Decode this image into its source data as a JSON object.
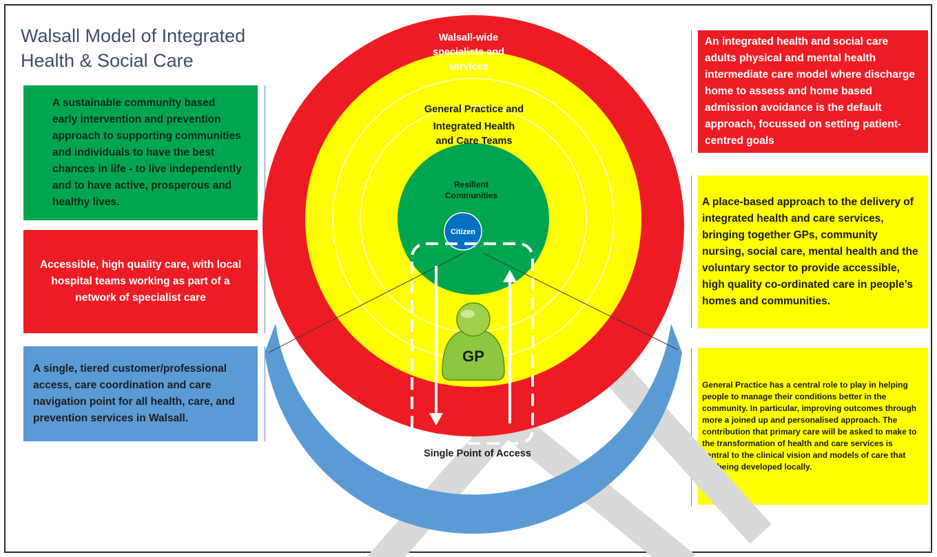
{
  "title_line1": "Walsall Model of Integrated",
  "title_line2": "Health & Social Care",
  "left_boxes": {
    "green": "A sustainable community based  early intervention and prevention approach to supporting communities and individuals to have the best chances in life -  to live independently and to have active, prosperous and healthy lives.",
    "red": "Accessible, high quality care, with local hospital teams working as part of a network of specialist care",
    "blue": "A single, tiered customer/professional access, care coordination and care navigation point for all health, care, and prevention services in Walsall."
  },
  "right_boxes": {
    "red": "An integrated health and social care adults physical and mental health intermediate care model where discharge home to assess and home based admission avoidance is the default approach,  focussed on setting patient-centred goals",
    "yellow": "A place-based approach to the delivery of integrated health and care services, bringing together GPs, community nursing, social care, mental health and the voluntary sector to provide accessible, high quality co-ordinated care in people’s homes and communities.",
    "yellow_small": "General Practice has a central role to play in helping people to manage their conditions better in the community.  In particular, improving outcomes through more a joined up and personalised approach. The contribution  that primary care will be asked to make to the transformation of health and care services is central to the clinical vision and models of care that are being developed locally."
  },
  "diagram": {
    "outer_ring_line1": "Walsall-wide",
    "outer_ring_line2": "specialists and",
    "outer_ring_line3": "services",
    "yellow_ring_line1": "General Practice and",
    "yellow_ring_line2": "Integrated Health",
    "yellow_ring_line3": "and Care Teams",
    "green_line1": "Resilient",
    "green_line2": "Communities",
    "citizen": "Citizen",
    "gp": "GP",
    "spa": "Single Point of Access"
  },
  "colors": {
    "green": "#00a64f",
    "red": "#ed1c24",
    "yellow": "#ffff00",
    "blue": "#5b9bd5",
    "citizen": "#0070c0",
    "gp_figure": "#8dc63f"
  }
}
